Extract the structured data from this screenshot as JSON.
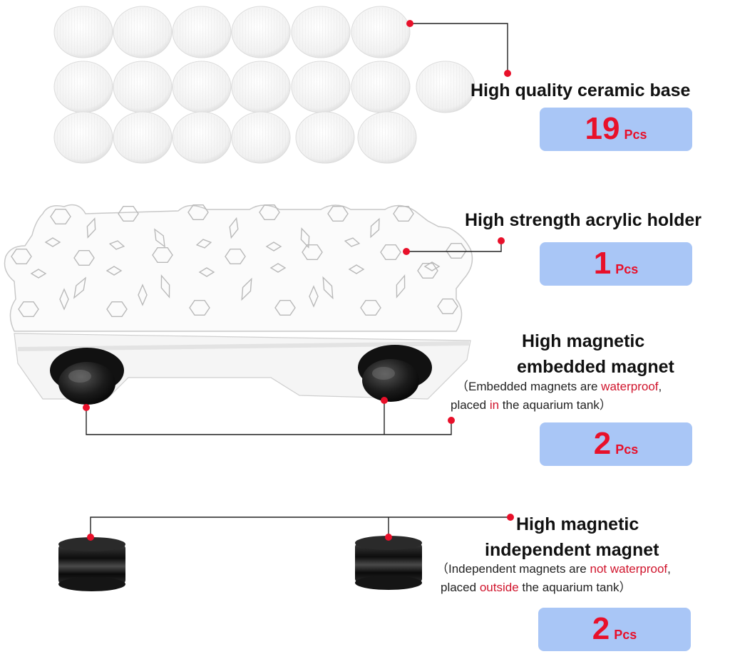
{
  "colors": {
    "accent_red": "#e8102a",
    "badge_blue": "#a9c6f6",
    "connector": "#222222"
  },
  "sections": [
    {
      "title": "High quality ceramic base",
      "count": "19",
      "unit": "Pcs"
    },
    {
      "title": "High strength acrylic holder",
      "count": "1",
      "unit": "Pcs"
    },
    {
      "title_line1": "High magnetic",
      "title_line2": "embedded magnet",
      "note": {
        "p1": "（Embedded magnets are ",
        "p2": "waterproof",
        "p3": ",",
        "p4": "placed ",
        "p5": "in",
        "p6": " the aquarium tank）"
      },
      "count": "2",
      "unit": "Pcs"
    },
    {
      "title_line1": "High magnetic",
      "title_line2": "independent magnet",
      "note": {
        "p1": "（Independent magnets are ",
        "p2": "not waterproof",
        "p3": ",",
        "p4": "placed ",
        "p5": "outside",
        "p6": " the aquarium tank）"
      },
      "count": "2",
      "unit": "Pcs"
    }
  ]
}
